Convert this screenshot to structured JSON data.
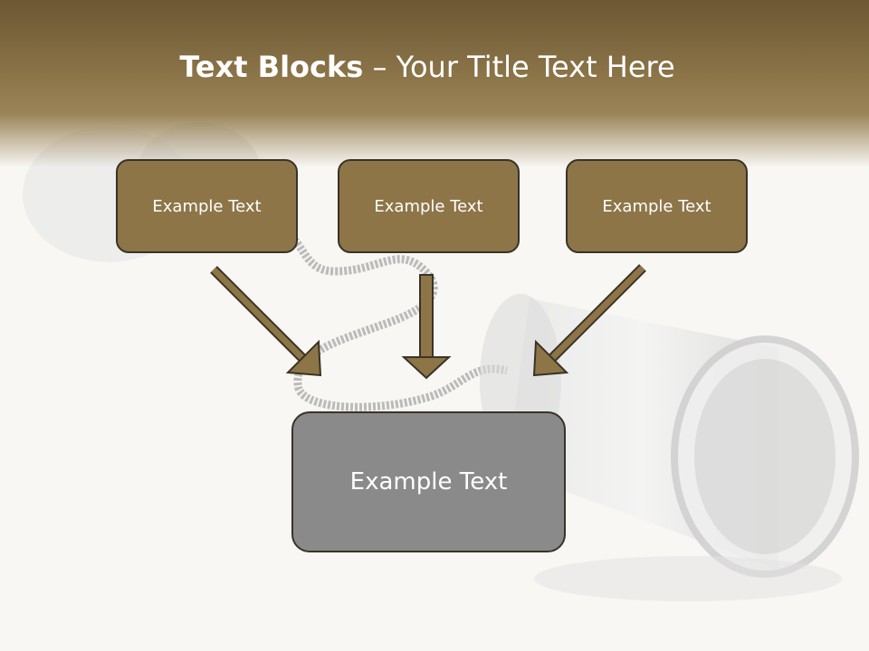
{
  "slide": {
    "title_bold": "Text Blocks",
    "title_separator": " – ",
    "title_rest": "Your Title Text Here",
    "boxes": [
      {
        "text": "Example Text"
      },
      {
        "text": "Example Text"
      },
      {
        "text": "Example Text"
      }
    ],
    "target_box": {
      "text": "Example Text"
    }
  },
  "colors": {
    "header": "#8b7448",
    "box_fill": "#8d7548",
    "box_border": "#3a3326",
    "target_fill": "#8a8a8a",
    "arrow": "#8d7548"
  }
}
